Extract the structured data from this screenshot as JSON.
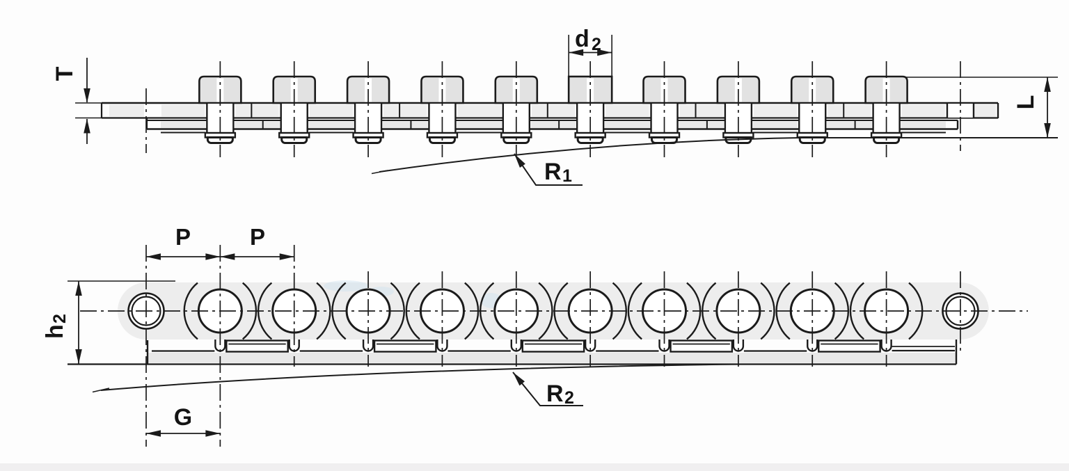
{
  "drawing": {
    "labels": {
      "plate_thickness": "T",
      "pin_diameter_main": "d",
      "pin_diameter_sub": "2",
      "pin_length": "L",
      "radius1_main": "R",
      "radius1_sub": "1",
      "pitch_first": "P",
      "pitch_second": "P",
      "height_main": "h",
      "height_sub": "2",
      "gap": "G",
      "radius2_main": "R",
      "radius2_sub": "2"
    }
  }
}
